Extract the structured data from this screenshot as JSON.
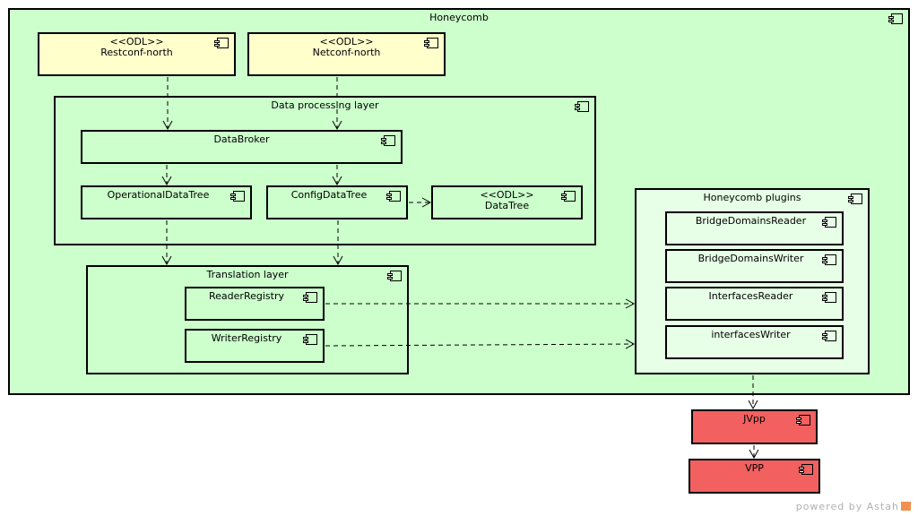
{
  "colors": {
    "outer_fill": "#ccffcc",
    "plugins_fill": "#e6ffe6",
    "odl_fill": "#ffffcc",
    "native_fill": "#f26060",
    "stroke": "#000000"
  },
  "components": {
    "honeycomb": {
      "title": "Honeycomb",
      "icon": "component-icon"
    },
    "restconf_north": {
      "stereotype": "<<ODL>>",
      "title": "Restconf-north",
      "icon": "component-icon"
    },
    "netconf_north": {
      "stereotype": "<<ODL>>",
      "title": "Netconf-north",
      "icon": "component-icon"
    },
    "data_processing_layer": {
      "title": "Data processing layer",
      "icon": "component-icon"
    },
    "data_broker": {
      "title": "DataBroker",
      "icon": "component-icon"
    },
    "operational_data_tree": {
      "title": "OperationalDataTree",
      "icon": "component-icon"
    },
    "config_data_tree": {
      "title": "ConfigDataTree",
      "icon": "component-icon"
    },
    "odl_data_tree": {
      "stereotype": "<<ODL>>",
      "title": "DataTree",
      "icon": "component-icon"
    },
    "translation_layer": {
      "title": "Translation layer",
      "icon": "component-icon"
    },
    "reader_registry": {
      "title": "ReaderRegistry",
      "icon": "component-icon"
    },
    "writer_registry": {
      "title": "WriterRegistry",
      "icon": "component-icon"
    },
    "honeycomb_plugins": {
      "title": "Honeycomb plugins",
      "icon": "component-icon"
    },
    "bridge_domains_reader": {
      "title": "BridgeDomainsReader",
      "icon": "component-icon"
    },
    "bridge_domains_writer": {
      "title": "BridgeDomainsWriter",
      "icon": "component-icon"
    },
    "interfaces_reader": {
      "title": "InterfacesReader",
      "icon": "component-icon"
    },
    "interfaces_writer": {
      "title": "interfacesWriter",
      "icon": "component-icon"
    },
    "jvpp": {
      "title": "JVpp",
      "icon": "component-icon"
    },
    "vpp": {
      "title": "VPP",
      "icon": "component-icon"
    }
  },
  "dependencies": [
    {
      "from": "restconf_north",
      "to": "data_broker"
    },
    {
      "from": "netconf_north",
      "to": "data_broker"
    },
    {
      "from": "data_broker",
      "to": "operational_data_tree"
    },
    {
      "from": "data_broker",
      "to": "config_data_tree"
    },
    {
      "from": "config_data_tree",
      "to": "odl_data_tree"
    },
    {
      "from": "operational_data_tree",
      "to": "translation_layer"
    },
    {
      "from": "config_data_tree",
      "to": "translation_layer"
    },
    {
      "from": "reader_registry",
      "to": "honeycomb_plugins"
    },
    {
      "from": "writer_registry",
      "to": "honeycomb_plugins"
    },
    {
      "from": "honeycomb_plugins",
      "to": "jvpp"
    },
    {
      "from": "jvpp",
      "to": "vpp"
    }
  ],
  "watermark": "powered by Astah"
}
